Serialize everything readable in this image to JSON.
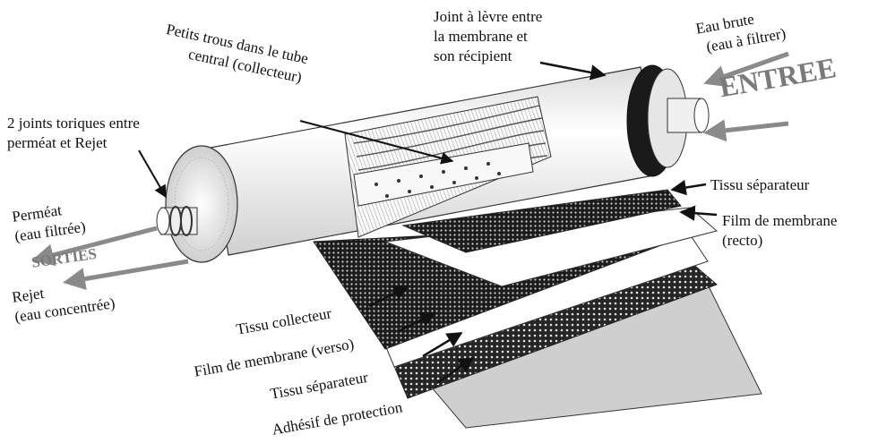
{
  "labels": {
    "petits_trous": [
      "Petits trous dans le tube",
      "central (collecteur)"
    ],
    "joint_levre": [
      "Joint à lèvre entre",
      "la membrane et",
      "son récipient"
    ],
    "eau_brute": [
      "Eau brute",
      "(eau à filtrer)"
    ],
    "entree": "ENTREE",
    "joints_toriques": [
      "2 joints toriques entre",
      "perméat et Rejet"
    ],
    "permeat": [
      "Perméat",
      "(eau filtrée)"
    ],
    "sorties": "SORTIES",
    "rejet": [
      "Rejet",
      "(eau concentrée)"
    ],
    "tissu_separateur_top": "Tissu séparateur",
    "film_recto": [
      "Film de membrane",
      "(recto)"
    ],
    "tissu_collecteur": "Tissu collecteur",
    "film_verso": "Film de membrane (verso)",
    "tissu_separateur_bottom": "Tissu séparateur",
    "adhesif": "Adhésif de protection"
  },
  "colors": {
    "ink": "#111111",
    "outline": "#333333",
    "tube_fill": "#f2f2f2",
    "gray_arrow": "#8a8a8a",
    "mesh_dark": "#2a2a2a",
    "protect_sheet": "#cfcfcf",
    "seal_ring": "#1a1a1a"
  }
}
